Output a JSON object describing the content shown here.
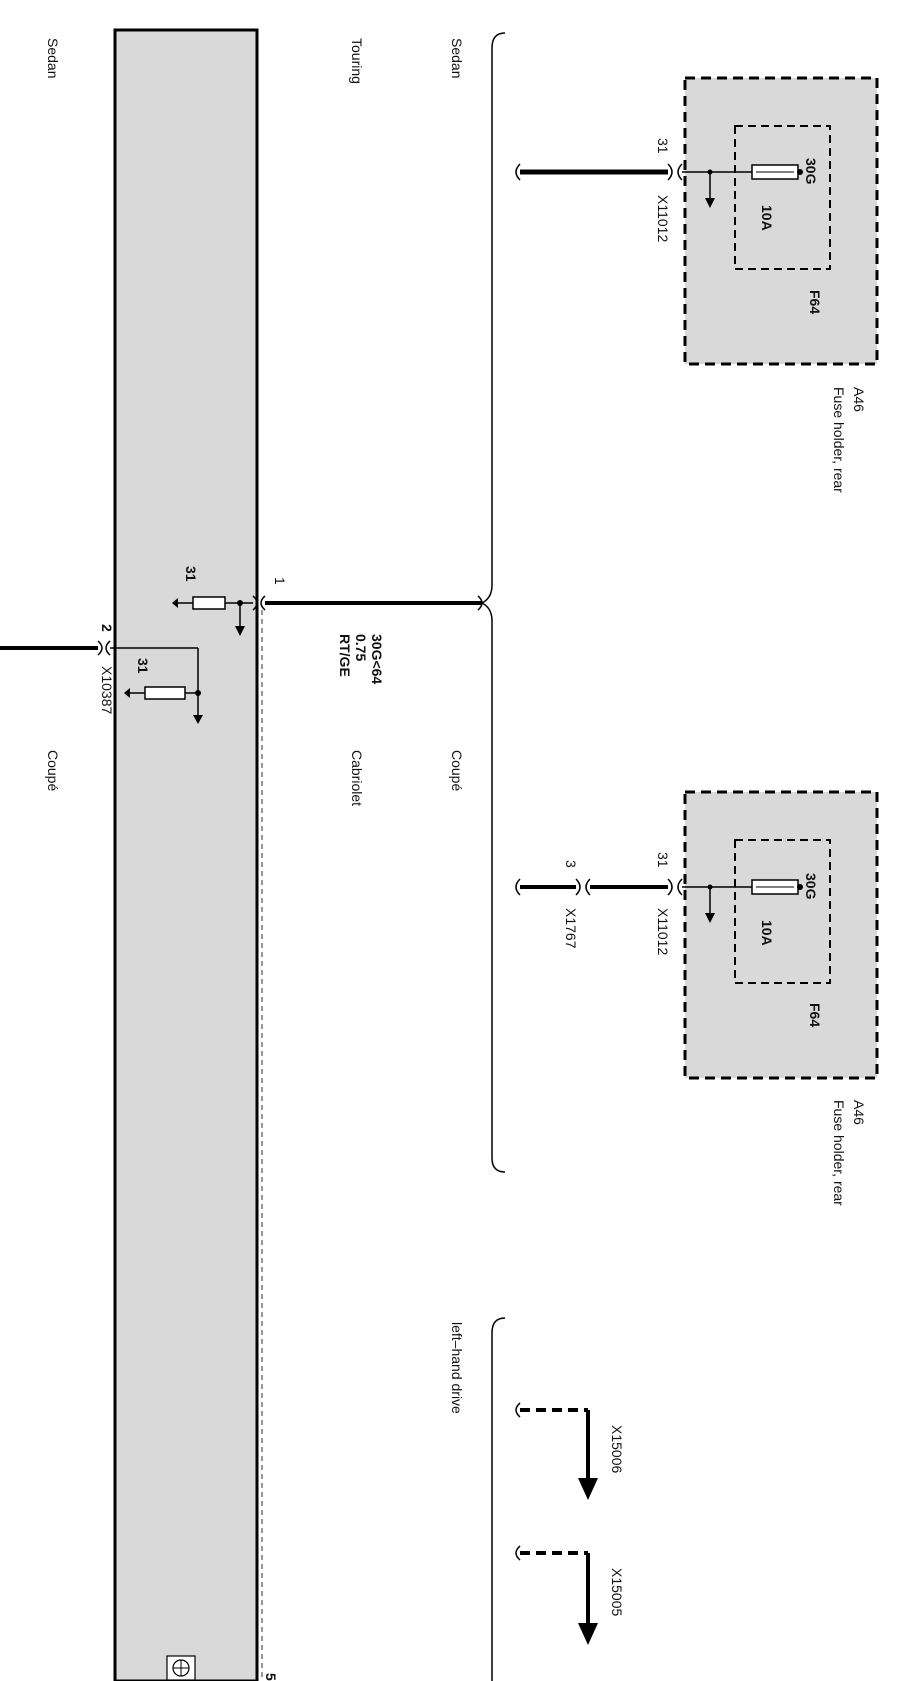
{
  "colors": {
    "module_fill": "#d9d9d9",
    "box_fill": "#d9d9d9",
    "wire": "#000000",
    "background": "#ffffff"
  },
  "variants_left": {
    "sedan": "Sedan",
    "touring": "Touring",
    "coupe": "Coupé",
    "cabriolet": "Cabriolet"
  },
  "variants_right": {
    "sedan": "Sedan",
    "coupe": "Coupé",
    "left_hand_drive": "left–hand drive"
  },
  "fuse_holder_top": {
    "id": "A46",
    "name": "Fuse holder, rear",
    "fuse": "F64",
    "pin": "30G",
    "rating": "10A",
    "connector": "X11012",
    "connector_pin": "31"
  },
  "fuse_holder_bottom": {
    "id": "A46",
    "name": "Fuse holder, rear",
    "fuse": "F64",
    "pin": "30G",
    "rating": "10A",
    "connector": "X11012",
    "connector_pin": "31",
    "extra_connector": "X1767",
    "extra_pin": "3"
  },
  "main_wire": {
    "pin": "1",
    "signal": "30G<64",
    "cross_section": "0.75",
    "color_code": "RT/GE"
  },
  "module": {
    "ground_pin_1": "31",
    "ground_pin_2": "31",
    "connector": "X10387",
    "connector_pin": "2",
    "edge_label": "5"
  },
  "continuations": [
    {
      "connector": "X15006"
    },
    {
      "connector": "X15005"
    }
  ],
  "icons": [
    "connector-socket-icon",
    "ground-arrow-icon",
    "fuse-icon",
    "resistor-icon",
    "bmw-logo-icon"
  ]
}
